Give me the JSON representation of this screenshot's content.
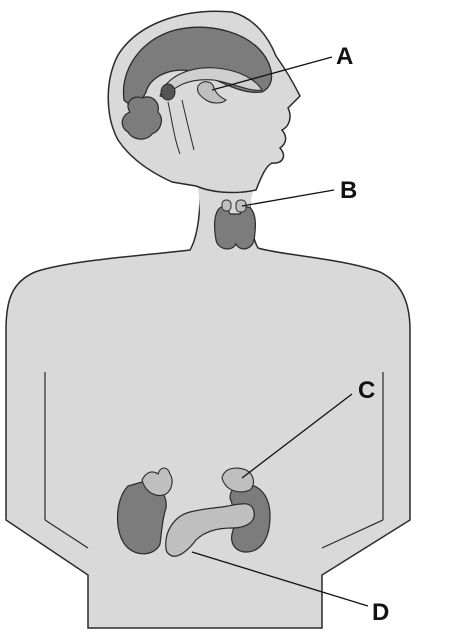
{
  "callouts": [
    {
      "id": "A",
      "label": "A"
    },
    {
      "id": "B",
      "label": "B"
    },
    {
      "id": "C",
      "label": "C"
    },
    {
      "id": "D",
      "label": "D"
    }
  ],
  "colors": {
    "skin": "#d9d9d9",
    "outline": "#2a2a2a",
    "dark_gland": "#7c7c7c",
    "light_gland": "#bfbfbf",
    "background": "#ffffff"
  }
}
